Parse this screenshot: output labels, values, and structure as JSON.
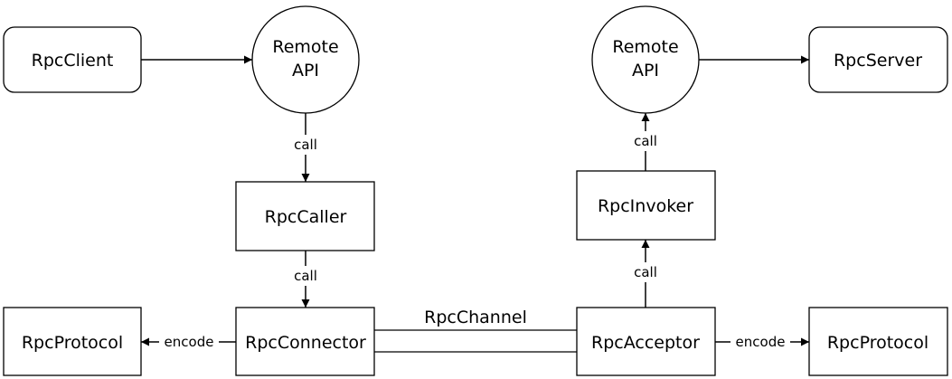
{
  "nodes": {
    "rpc_client": "RpcClient",
    "remote_api_left": [
      "Remote",
      "API"
    ],
    "remote_api_right": [
      "Remote",
      "API"
    ],
    "rpc_server": "RpcServer",
    "rpc_caller": "RpcCaller",
    "rpc_invoker": "RpcInvoker",
    "rpc_protocol_left": "RpcProtocol",
    "rpc_connector": "RpcConnector",
    "rpc_acceptor": "RpcAcceptor",
    "rpc_protocol_right": "RpcProtocol"
  },
  "edges": {
    "api_to_caller": "call",
    "caller_to_connector": "call",
    "invoker_to_api": "call",
    "acceptor_to_invoker": "call",
    "connector_to_protocol": "encode",
    "acceptor_to_protocol": "encode"
  },
  "channel_label": "RpcChannel"
}
